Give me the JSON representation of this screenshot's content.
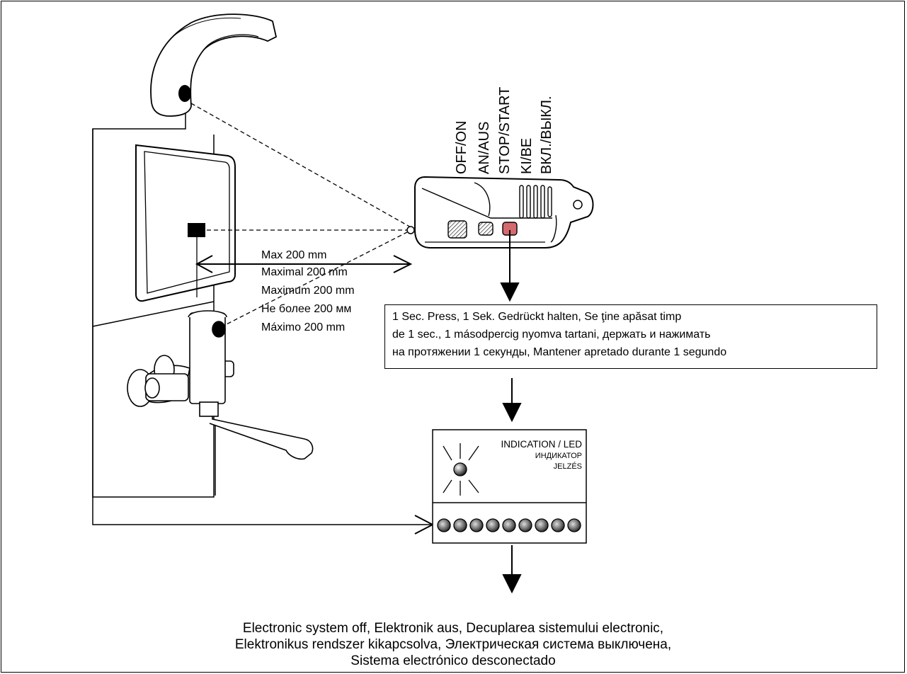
{
  "remote": {
    "labels": [
      "OFF/ON",
      "AN/AUS",
      "STOP/START",
      "KI/BE",
      "ВКЛ./ВЫКЛ."
    ]
  },
  "distance": {
    "lines": [
      "Max 200 mm",
      "Maximal 200 mm",
      "Maximum 200 mm",
      "Не более 200 мм",
      "Máximo 200 mm"
    ]
  },
  "instruction": {
    "lines": [
      "1 Sec. Press, 1 Sek. Gedrückt halten, Se ţine apăsat timp",
      "de 1 sec., 1 másodpercig nyomva tartani, держать и нажимать",
      "на протяжении 1 секунды, Mantener apretado durante 1 segundo"
    ]
  },
  "led_panel": {
    "title": "INDICATION / LED",
    "subtitle_1": "ИНДИКАТОР",
    "subtitle_2": "JELZÉS",
    "connector_count": 9
  },
  "result": {
    "lines": [
      "Electronic system off, Elektronik aus, Decuplarea sistemului electronic,",
      "Elektronikus rendszer kikapcsolva, Электрическая система выключена,",
      "Sistema electrónico desconectado"
    ]
  },
  "colors": {
    "button_active": "#d46a6e",
    "line": "#000000"
  }
}
